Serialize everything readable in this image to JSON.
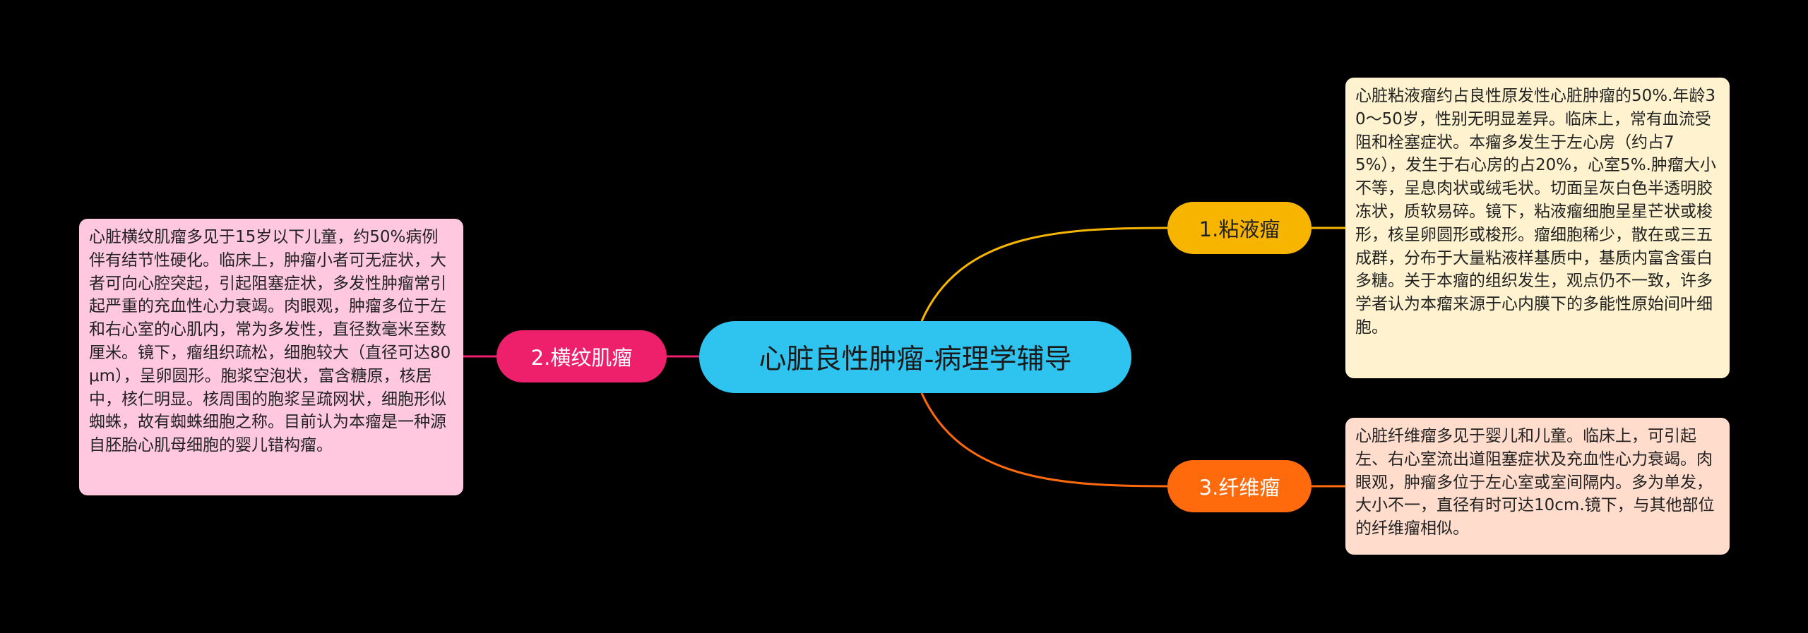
{
  "diagram": {
    "central": "心脏良性肿瘤-病理学辅导",
    "branches": [
      {
        "label": "1.粘液瘤",
        "color": "#f7b500",
        "leaf_color": "#fff3cf",
        "text": "心脏粘液瘤约占良性原发性心脏肿瘤的50%.年龄30～50岁，性别无明显差异。临床上，常有血流受阻和栓塞症状。本瘤多发生于左心房（约占75%），发生于右心房的占20%，心室5%.肿瘤大小不等，呈息肉状或绒毛状。切面呈灰白色半透明胶冻状，质软易碎。镜下，粘液瘤细胞呈星芒状或梭形，核呈卵圆形或梭形。瘤细胞稀少，散在或三五成群，分布于大量粘液样基质中，基质内富含蛋白多糖。关于本瘤的组织发生，观点仍不一致，许多学者认为本瘤来源于心内膜下的多能性原始间叶细胞。"
      },
      {
        "label": "2.横纹肌瘤",
        "color": "#ee1f6b",
        "leaf_color": "#ffc8df",
        "text": "心脏横纹肌瘤多见于15岁以下儿童，约50%病例伴有结节性硬化。临床上，肿瘤小者可无症状，大者可向心腔突起，引起阻塞症状，多发性肿瘤常引起严重的充血性心力衰竭。肉眼观，肿瘤多位于左和右心室的心肌内，常为多发性，直径数毫米至数厘米。镜下，瘤组织疏松，细胞较大（直径可达80μm），呈卵圆形。胞浆空泡状，富含糖原，核居中，核仁明显。核周围的胞浆呈疏网状，细胞形似蜘蛛，故有蜘蛛细胞之称。目前认为本瘤是一种源自胚胎心肌母细胞的婴儿错构瘤。"
      },
      {
        "label": "3.纤维瘤",
        "color": "#ff6a0d",
        "leaf_color": "#ffdccc",
        "text": "心脏纤维瘤多见于婴儿和儿童。临床上，可引起左、右心室流出道阻塞症状及充血性心力衰竭。肉眼观，肿瘤多位于左心室或室间隔内。多为单发，大小不一，直径有时可达10cm.镜下，与其他部位的纤维瘤相似。"
      }
    ]
  }
}
